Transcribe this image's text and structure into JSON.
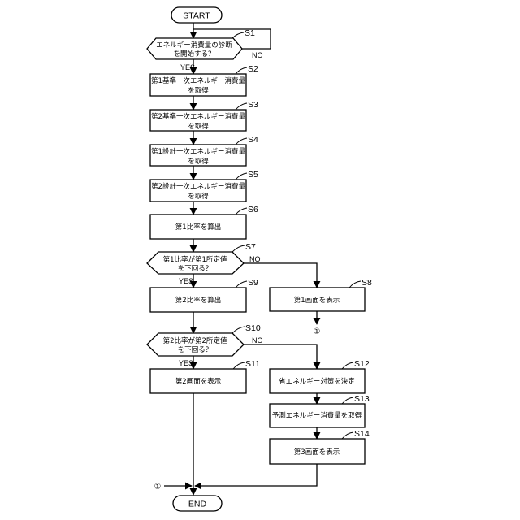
{
  "start_label": "START",
  "end_label": "END",
  "yes_label": "YES",
  "no_label": "NO",
  "connector_label": "①",
  "steps": {
    "s1": {
      "id": "S1",
      "lines": [
        "エネルギー消費量の診断",
        "を開始する？"
      ]
    },
    "s2": {
      "id": "S2",
      "lines": [
        "第1基準一次エネルギー消費量",
        "を取得"
      ]
    },
    "s3": {
      "id": "S3",
      "lines": [
        "第2基準一次エネルギー消費量",
        "を取得"
      ]
    },
    "s4": {
      "id": "S4",
      "lines": [
        "第1設計一次エネルギー消費量",
        "を取得"
      ]
    },
    "s5": {
      "id": "S5",
      "lines": [
        "第2設計一次エネルギー消費量",
        "を取得"
      ]
    },
    "s6": {
      "id": "S6",
      "lines": [
        "第1比率を算出"
      ]
    },
    "s7": {
      "id": "S7",
      "lines": [
        "第1比率が第1所定値",
        "を下回る？"
      ]
    },
    "s8": {
      "id": "S8",
      "lines": [
        "第1画面を表示"
      ]
    },
    "s9": {
      "id": "S9",
      "lines": [
        "第2比率を算出"
      ]
    },
    "s10": {
      "id": "S10",
      "lines": [
        "第2比率が第2所定値",
        "を下回る？"
      ]
    },
    "s11": {
      "id": "S11",
      "lines": [
        "第2画面を表示"
      ]
    },
    "s12": {
      "id": "S12",
      "lines": [
        "省エネルギー対策を決定"
      ]
    },
    "s13": {
      "id": "S13",
      "lines": [
        "予測エネルギー消費量を取得"
      ]
    },
    "s14": {
      "id": "S14",
      "lines": [
        "第3画面を表示"
      ]
    }
  }
}
